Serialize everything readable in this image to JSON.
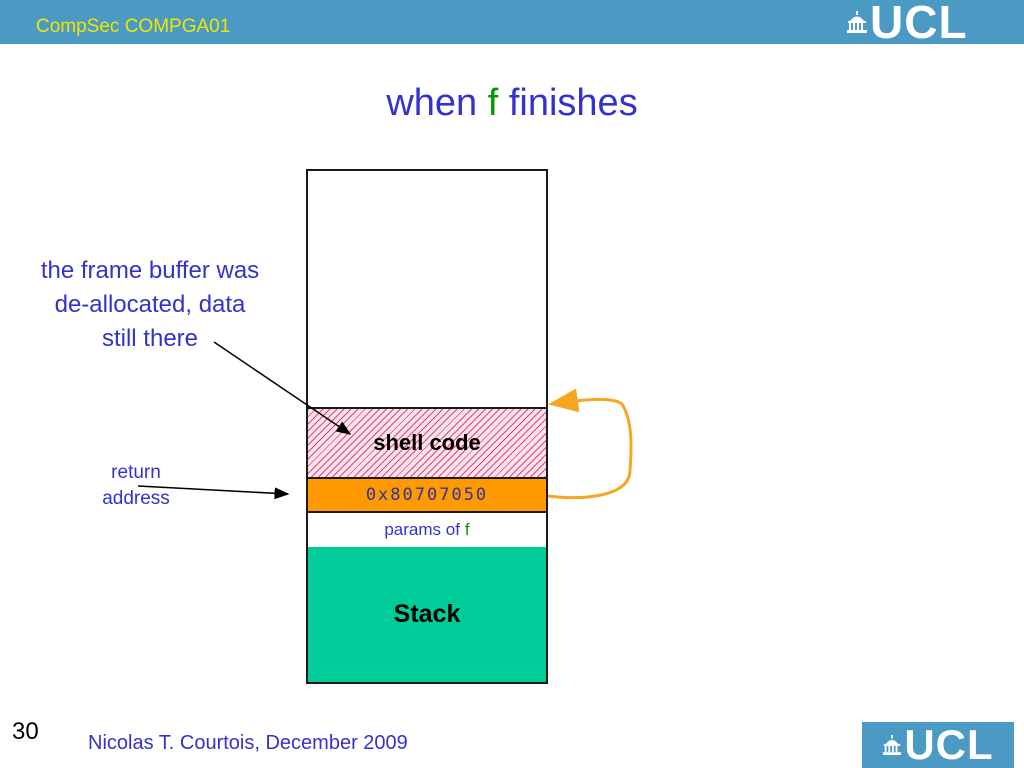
{
  "header": {
    "course": "CompSec COMPGA01",
    "logo": "UCL",
    "logo_icon": "ucl-portico-icon",
    "bar_color": "#4a9ac4",
    "course_color": "#f2e600"
  },
  "title": {
    "prefix": "when",
    "highlight": "f",
    "suffix": "finishes"
  },
  "diagram": {
    "segments": {
      "shell_code": "shell code",
      "return_value": "0x80707050",
      "params_prefix": "params of",
      "params_f": "f",
      "stack": "Stack"
    },
    "callouts": {
      "buffer_line1": "the frame buffer was",
      "buffer_line2": "de-allocated, data",
      "buffer_line3": "still there",
      "return_line1": "return",
      "return_line2": "address"
    },
    "colors": {
      "shell_code_hatch": "#e0447a",
      "return_address": "#ff9900",
      "stack": "#00cc99",
      "loop_arrow": "#f5a623",
      "text_blue": "#3333cc",
      "f_green": "#009900"
    }
  },
  "footer": {
    "page_number": "30",
    "author": "Nicolas T. Courtois, December 2009",
    "logo": "UCL"
  }
}
